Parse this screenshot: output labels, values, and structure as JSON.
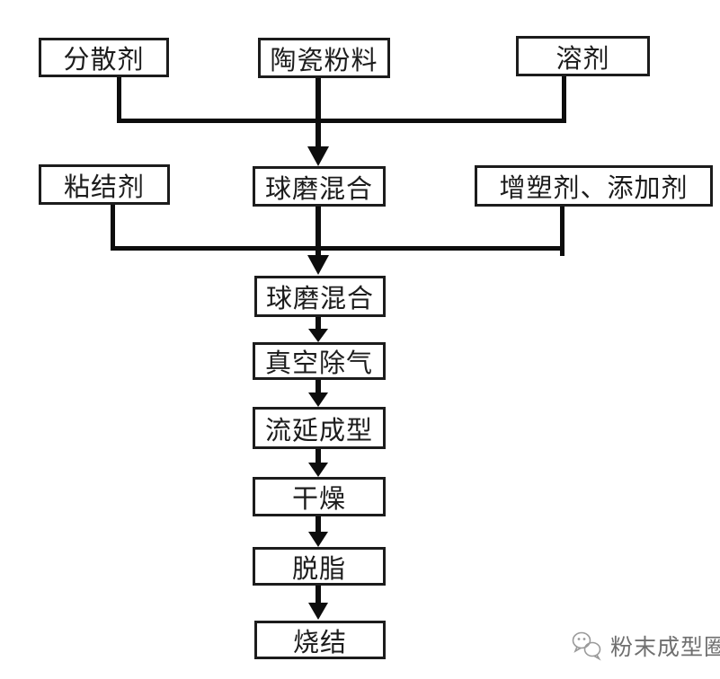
{
  "diagram": {
    "nodes": {
      "dispersant": {
        "label": "分散剂"
      },
      "ceramic_powder": {
        "label": "陶瓷粉料"
      },
      "solvent": {
        "label": "溶剂"
      },
      "binder": {
        "label": "粘结剂"
      },
      "ball_mill_mix_1": {
        "label": "球磨混合"
      },
      "plasticizer_additives": {
        "label": "增塑剂、添加剂"
      },
      "ball_mill_mix_2": {
        "label": "球磨混合"
      },
      "vacuum_degassing": {
        "label": "真空除气"
      },
      "tape_casting": {
        "label": "流延成型"
      },
      "drying": {
        "label": "干燥"
      },
      "debinding": {
        "label": "脱脂"
      },
      "sintering": {
        "label": "烧结"
      }
    },
    "edges": [
      {
        "from": "dispersant",
        "to": "ball_mill_mix_1"
      },
      {
        "from": "ceramic_powder",
        "to": "ball_mill_mix_1"
      },
      {
        "from": "solvent",
        "to": "ball_mill_mix_1"
      },
      {
        "from": "binder",
        "to": "ball_mill_mix_2"
      },
      {
        "from": "ball_mill_mix_1",
        "to": "ball_mill_mix_2"
      },
      {
        "from": "plasticizer_additives",
        "to": "ball_mill_mix_2"
      },
      {
        "from": "ball_mill_mix_2",
        "to": "vacuum_degassing"
      },
      {
        "from": "vacuum_degassing",
        "to": "tape_casting"
      },
      {
        "from": "tape_casting",
        "to": "drying"
      },
      {
        "from": "drying",
        "to": "debinding"
      },
      {
        "from": "debinding",
        "to": "sintering"
      }
    ]
  },
  "watermark": {
    "text": "粉末成型圈",
    "icon": "chat-bubbles-icon"
  },
  "colors": {
    "background": "#ffffff",
    "box_border": "#1c1c1c",
    "text": "#1c1c1c",
    "line": "#0d0d0d",
    "watermark_text": "#6f6f6f"
  }
}
